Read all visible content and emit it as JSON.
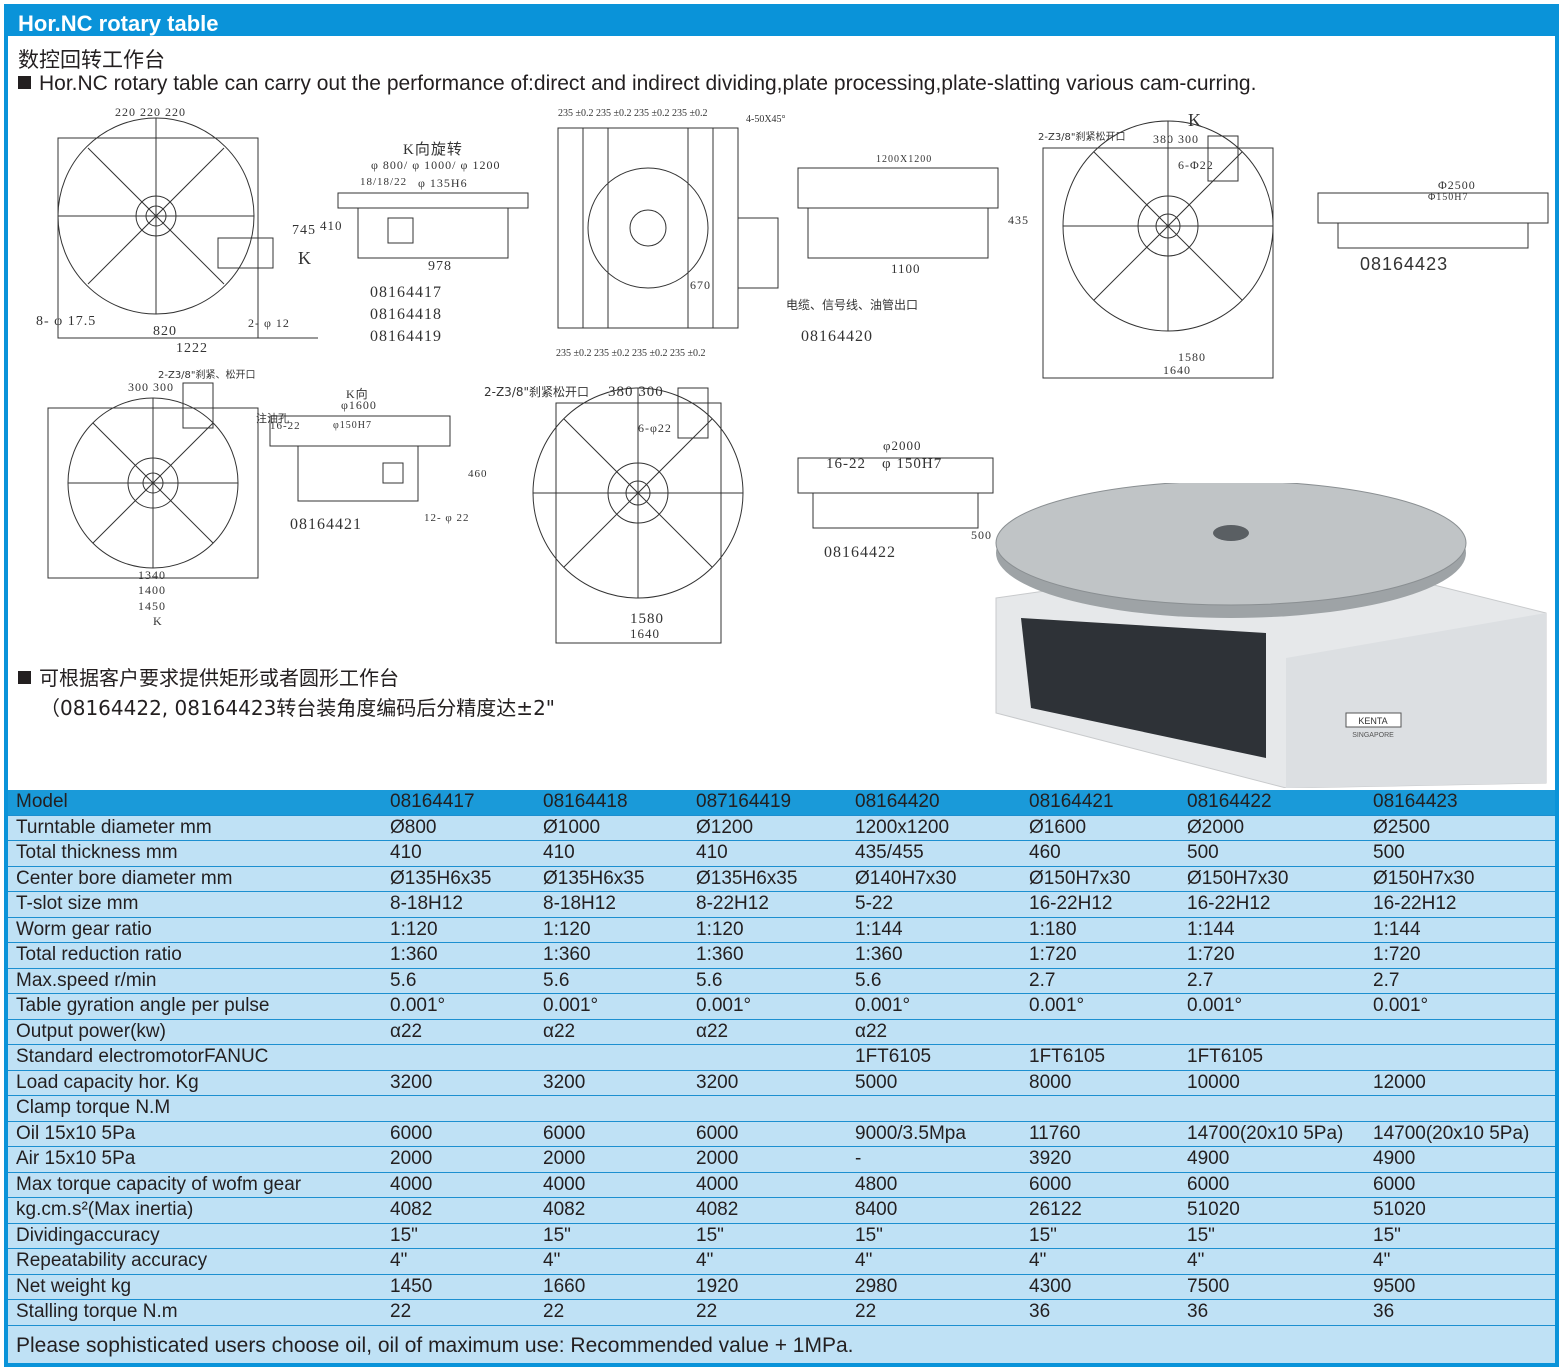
{
  "title": "Hor.NC rotary table",
  "subtitle_cn": "数控回转工作台",
  "description": "Hor.NC rotary table can carry out the performance of:direct and indirect dividing,plate processing,plate-slatting various cam-curring.",
  "drawings": {
    "d1_caption": [
      "08164417",
      "08164418",
      "08164419"
    ],
    "d1_labels": {
      "top": "220  220  220",
      "width": "1222",
      "inner": "820",
      "holes": "8- φ 17.5",
      "side": "2- φ 12",
      "k": "K",
      "h": "745"
    },
    "d2_labels": {
      "title": "K向旋转",
      "dia": "φ 800/ φ 1000/ φ 1200",
      "bore": "φ 135H6",
      "slot": "18/18/22",
      "len": "978",
      "h": "410"
    },
    "d3_labels": {
      "top": "235 ±0.2  235 ±0.2  235 ±0.2  235 ±0.2",
      "chamfer": "4-50X45°",
      "bottom": "235 ±0.2  235 ±0.2  235 ±0.2  235 ±0.2",
      "dim": "670",
      "cable": "电缆、信号线、油管出口"
    },
    "d4_caption": "08164420",
    "d4_labels": {
      "size": "1200X1200",
      "len": "1100",
      "h": "435"
    },
    "d5_labels": {
      "clamp": "2-Z3/8\"刹紧松开口",
      "k": "K",
      "w": "1580",
      "w2": "1640",
      "s": "380  300",
      "holes": "6-Φ22"
    },
    "d6_caption": "08164423",
    "d6_labels": {
      "dia": "Φ2500",
      "bore": "Φ150H7"
    },
    "d7_labels": {
      "clamp": "2-Z3/8\"刹紧、松开口",
      "oil": "注油孔",
      "w1": "1340",
      "w2": "1400",
      "w3": "1450",
      "s": "300  300",
      "k": "K"
    },
    "d8_caption": "08164421",
    "d8_labels": {
      "title": "K向",
      "dia": "φ1600",
      "bore": "φ150H7",
      "slot": "16-22",
      "holes": "12- φ 22",
      "h": "460"
    },
    "d9_labels": {
      "clamp": "2-Z3/8\"刹紧松开口",
      "s": "380  300",
      "holes": "6-φ22",
      "w1": "1580",
      "w2": "1640"
    },
    "d10_caption": "08164422",
    "d10_labels": {
      "dia": "φ2000",
      "slot": "16-22",
      "bore": "φ 150H7",
      "h": "500"
    }
  },
  "notes": [
    "可根据客户要求提供矩形或者圆形工作台",
    "（08164422, 08164423转台装角度编码后分精度达±2\""
  ],
  "photo": {
    "brand": "KENTA",
    "sub": "SINGAPORE"
  },
  "table": {
    "header": [
      "Model",
      "08164417",
      "08164418",
      "087164419",
      "08164420",
      "08164421",
      "08164422",
      "08164423"
    ],
    "rows": [
      [
        "Turntable diameter mm",
        "Ø800",
        "Ø1000",
        "Ø1200",
        "1200x1200",
        "Ø1600",
        "Ø2000",
        "Ø2500"
      ],
      [
        "Total thickness mm",
        "410",
        "410",
        "410",
        "435/455",
        "460",
        "500",
        "500"
      ],
      [
        "Center bore diameter mm",
        "Ø135H6x35",
        "Ø135H6x35",
        "Ø135H6x35",
        "Ø140H7x30",
        "Ø150H7x30",
        "Ø150H7x30",
        "Ø150H7x30"
      ],
      [
        "T-slot size mm",
        "8-18H12",
        "8-18H12",
        "8-22H12",
        "5-22",
        "16-22H12",
        "16-22H12",
        "16-22H12"
      ],
      [
        "Worm gear ratio",
        "1:120",
        "1:120",
        "1:120",
        "1:144",
        "1:180",
        "1:144",
        "1:144"
      ],
      [
        "Total reduction ratio",
        "1:360",
        "1:360",
        "1:360",
        "1:360",
        "1:720",
        "1:720",
        "1:720"
      ],
      [
        "Max.speed r/min",
        "5.6",
        "5.6",
        "5.6",
        "5.6",
        "2.7",
        "2.7",
        "2.7"
      ],
      [
        "Table gyration angle per pulse",
        "0.001°",
        "0.001°",
        "0.001°",
        "0.001°",
        "0.001°",
        "0.001°",
        "0.001°"
      ],
      [
        "Output power(kw)",
        "α22",
        "α22",
        "α22",
        "α22",
        "",
        "",
        ""
      ],
      [
        "Standard electromotorFANUC",
        "",
        "",
        "",
        "1FT6105",
        "1FT6105",
        "1FT6105",
        ""
      ],
      [
        "Load capacity hor. Kg",
        "3200",
        "3200",
        "3200",
        "5000",
        "8000",
        "10000",
        "12000"
      ],
      [
        "Clamp torque N.M",
        "",
        "",
        "",
        "",
        "",
        "",
        ""
      ],
      [
        "Oil 15x10 5Pa",
        "6000",
        "6000",
        "6000",
        "9000/3.5Mpa",
        "11760",
        "14700(20x10 5Pa)",
        "14700(20x10 5Pa)"
      ],
      [
        "Air 15x10 5Pa",
        "2000",
        "2000",
        "2000",
        "-",
        "3920",
        "4900",
        "4900"
      ],
      [
        "Max torque capacity of wofm gear",
        "4000",
        "4000",
        "4000",
        "4800",
        "6000",
        "6000",
        "6000"
      ],
      [
        "kg.cm.s²(Max inertia)",
        "4082",
        "4082",
        "4082",
        "8400",
        "26122",
        "51020",
        "51020"
      ],
      [
        "Dividingaccuracy",
        "15\"",
        "15\"",
        "15\"",
        "15\"",
        "15\"",
        "15\"",
        "15\""
      ],
      [
        "Repeatability accuracy",
        "4\"",
        "4\"",
        "4\"",
        "4\"",
        "4\"",
        "4\"",
        "4\""
      ],
      [
        "Net weight kg",
        "1450",
        "1660",
        "1920",
        "2980",
        "4300",
        "7500",
        "9500"
      ],
      [
        "Stalling torque N.m",
        "22",
        "22",
        "22",
        "22",
        "36",
        "36",
        "36"
      ]
    ],
    "footer": "Please sophisticated users choose oil, oil of maximum use: Recommended value + 1MPa."
  }
}
